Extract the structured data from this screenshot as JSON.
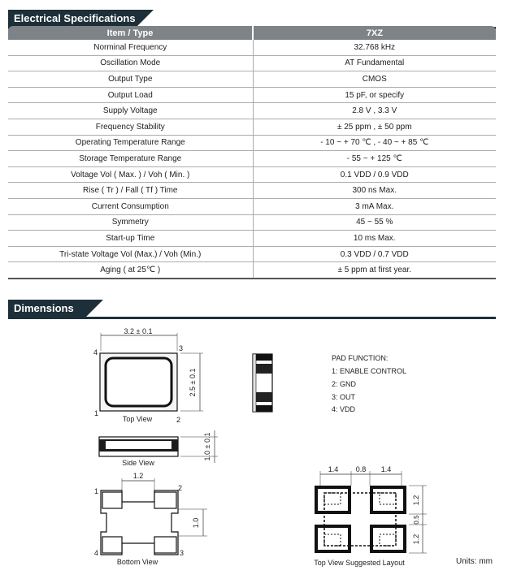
{
  "electrical": {
    "title": "Electrical Specifications",
    "header": {
      "item": "Item / Type",
      "type": "7XZ"
    },
    "rows": [
      {
        "item": "Norminal Frequency",
        "value": "32.768 kHz"
      },
      {
        "item": "Oscillation Mode",
        "value": "AT Fundamental"
      },
      {
        "item": "Output Type",
        "value": "CMOS"
      },
      {
        "item": "Output Load",
        "value": "15 pF, or specify"
      },
      {
        "item": "Supply Voltage",
        "value": "2.8 V , 3.3 V"
      },
      {
        "item": "Frequency Stability",
        "value": "± 25 ppm , ± 50 ppm"
      },
      {
        "item": "Operating Temperature Range",
        "value": "- 10 ~ + 70 ℃ , - 40 ~ + 85 ℃"
      },
      {
        "item": "Storage Temperature Range",
        "value": "- 55 ~ + 125 ℃"
      },
      {
        "item": "Voltage Vol ( Max. ) / Voh ( Min. )",
        "value": "0.1 VDD / 0.9 VDD"
      },
      {
        "item": "Rise ( Tr ) / Fall ( Tf ) Time",
        "value": "300 ns Max."
      },
      {
        "item": "Current Consumption",
        "value": "3 mA Max."
      },
      {
        "item": "Symmetry",
        "value": "45 ~ 55 %"
      },
      {
        "item": "Start-up Time",
        "value": "10 ms Max."
      },
      {
        "item": "Tri-state Voltage Vol (Max.) / Voh (Min.)",
        "value": "0.3 VDD / 0.7 VDD"
      },
      {
        "item": "Aging ( at 25℃ )",
        "value": "± 5 ppm at first year."
      }
    ]
  },
  "dimensions": {
    "title": "Dimensions",
    "top_view": {
      "width_dim": "3.2 ± 0.1",
      "height_dim": "2.5 ± 0.1",
      "caption": "Top View",
      "pin1": "1",
      "pin2": "2",
      "pin3": "3",
      "pin4": "4"
    },
    "side_view": {
      "height_dim": "1.0 ± 0.1",
      "caption": "Side View"
    },
    "bottom_view": {
      "pad_width": "1.2",
      "pad_gap": "1.0",
      "caption": "Bottom View",
      "pin1": "1",
      "pin2": "2",
      "pin3": "3",
      "pin4": "4"
    },
    "pad_function": {
      "title": "PAD FUNCTION:",
      "items": [
        "1: ENABLE CONTROL",
        "2: GND",
        "3: OUT",
        "4: VDD"
      ]
    },
    "layout": {
      "d1": "1.4",
      "d2": "0.8",
      "d3": "1.4",
      "v1": "1.2",
      "v2": "0.5",
      "v3": "1.2",
      "caption": "Top View Suggested Layout"
    },
    "units": "Units: mm"
  }
}
